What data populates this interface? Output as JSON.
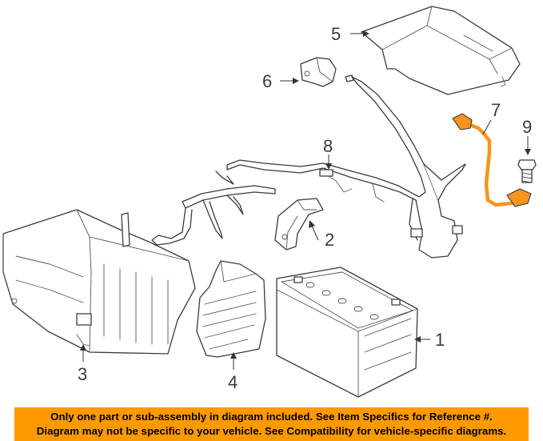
{
  "diagram": {
    "highlight_color": "#f7941d",
    "callouts": {
      "battery": "1",
      "bracket": "2",
      "tray": "3",
      "shield": "4",
      "cover": "5",
      "clamp": "6",
      "cable": "7",
      "harness": "8",
      "bolt": "9"
    }
  },
  "banner": {
    "background": "#ff9900",
    "line1": "Only one part or sub-assembly in diagram included. See Item Specifics for Reference #.",
    "line2": "Diagram may not be specific to your vehicle. See Compatibility for vehicle-specific diagrams."
  }
}
